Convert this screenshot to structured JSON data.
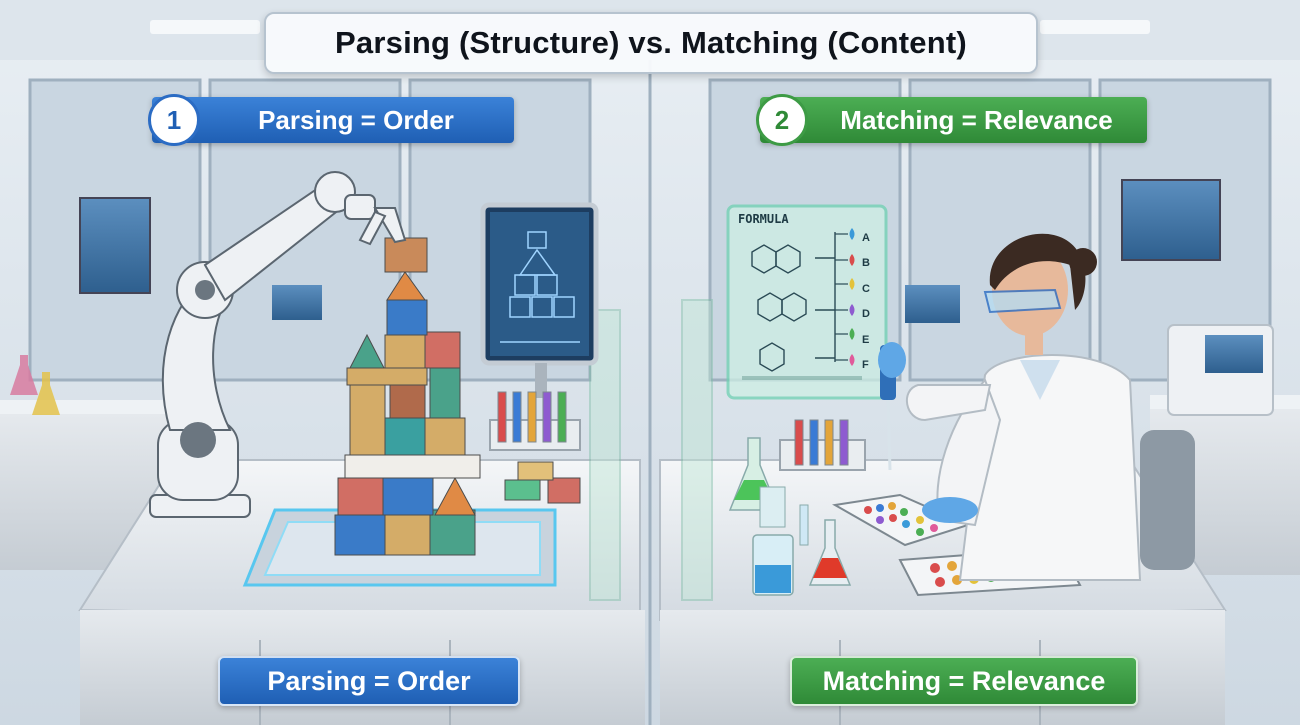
{
  "title": "Parsing (Structure) vs. Matching (Content)",
  "left_badge": {
    "number": "1",
    "label": "Parsing = Order"
  },
  "right_badge": {
    "number": "2",
    "label": "Matching = Relevance"
  },
  "left_caption": "Parsing = Order",
  "right_caption": "Matching = Relevance",
  "formula_panel": {
    "heading": "FORMULA",
    "outputs": [
      "A",
      "B",
      "C",
      "D",
      "E",
      "F"
    ]
  },
  "colors": {
    "blue_badge": "#2b6cc4",
    "green_badge": "#3d9b45"
  }
}
